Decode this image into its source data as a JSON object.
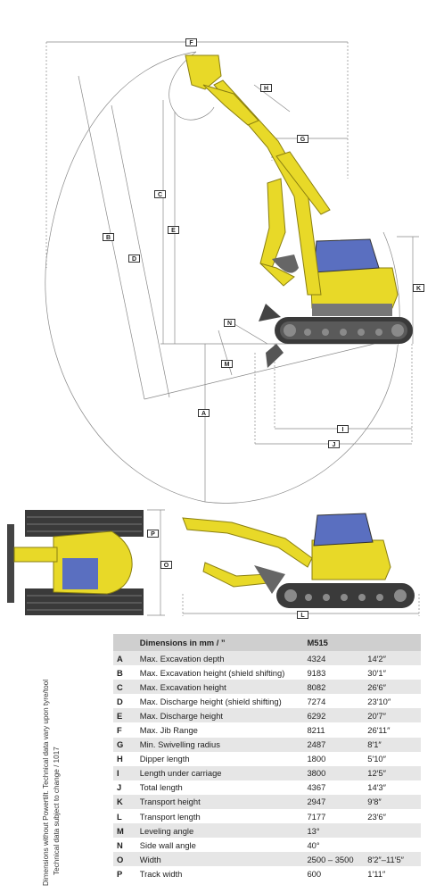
{
  "labels": [
    "F",
    "H",
    "G",
    "C",
    "E",
    "B",
    "D",
    "N",
    "K",
    "M",
    "A",
    "I",
    "J",
    "P",
    "O",
    "L"
  ],
  "table": {
    "header": {
      "title": "Dimensions in mm / ”",
      "model": "M515"
    },
    "rows": [
      {
        "letter": "A",
        "desc": "Max. Excavation depth",
        "mm": "4324",
        "imp": "14′2″"
      },
      {
        "letter": "B",
        "desc": "Max. Excavation height (shield shifting)",
        "mm": "9183",
        "imp": "30′1″"
      },
      {
        "letter": "C",
        "desc": "Max. Excavation height",
        "mm": "8082",
        "imp": "26′6″"
      },
      {
        "letter": "D",
        "desc": "Max. Discharge height (shield shifting)",
        "mm": "7274",
        "imp": "23′10″"
      },
      {
        "letter": "E",
        "desc": "Max. Discharge height",
        "mm": "6292",
        "imp": "20′7″"
      },
      {
        "letter": "F",
        "desc": "Max. Jib Range",
        "mm": "8211",
        "imp": "26′11″"
      },
      {
        "letter": "G",
        "desc": "Min. Swivelling radius",
        "mm": "2487",
        "imp": "8′1″"
      },
      {
        "letter": "H",
        "desc": "Dipper length",
        "mm": "1800",
        "imp": "5′10″"
      },
      {
        "letter": "I",
        "desc": "Length under carriage",
        "mm": "3800",
        "imp": "12′5″"
      },
      {
        "letter": "J",
        "desc": "Total length",
        "mm": "4367",
        "imp": "14′3″"
      },
      {
        "letter": "K",
        "desc": "Transport height",
        "mm": "2947",
        "imp": "9′8″"
      },
      {
        "letter": "L",
        "desc": "Transport length",
        "mm": "7177",
        "imp": "23′6″"
      },
      {
        "letter": "M",
        "desc": "Leveling angle",
        "mm": "13°",
        "imp": ""
      },
      {
        "letter": "N",
        "desc": "Side wall angle",
        "mm": "40°",
        "imp": ""
      },
      {
        "letter": "O",
        "desc": "Width",
        "mm": "2500 – 3500",
        "imp": "8′2″–11′5″"
      },
      {
        "letter": "P",
        "desc": "Track width",
        "mm": "600",
        "imp": "1′11″"
      }
    ]
  },
  "side_note": {
    "line1": "Dimensions without Powertilt. Technical data vary upon tyre/tool",
    "line2": "Technical data subject to change / 1017"
  },
  "colors": {
    "machine_yellow": "#e8d928",
    "cab_blue": "#5a6fc0",
    "track_dark": "#3a3a3a",
    "row_shade": "#e6e6e6",
    "header_shade": "#cfcfcf"
  }
}
